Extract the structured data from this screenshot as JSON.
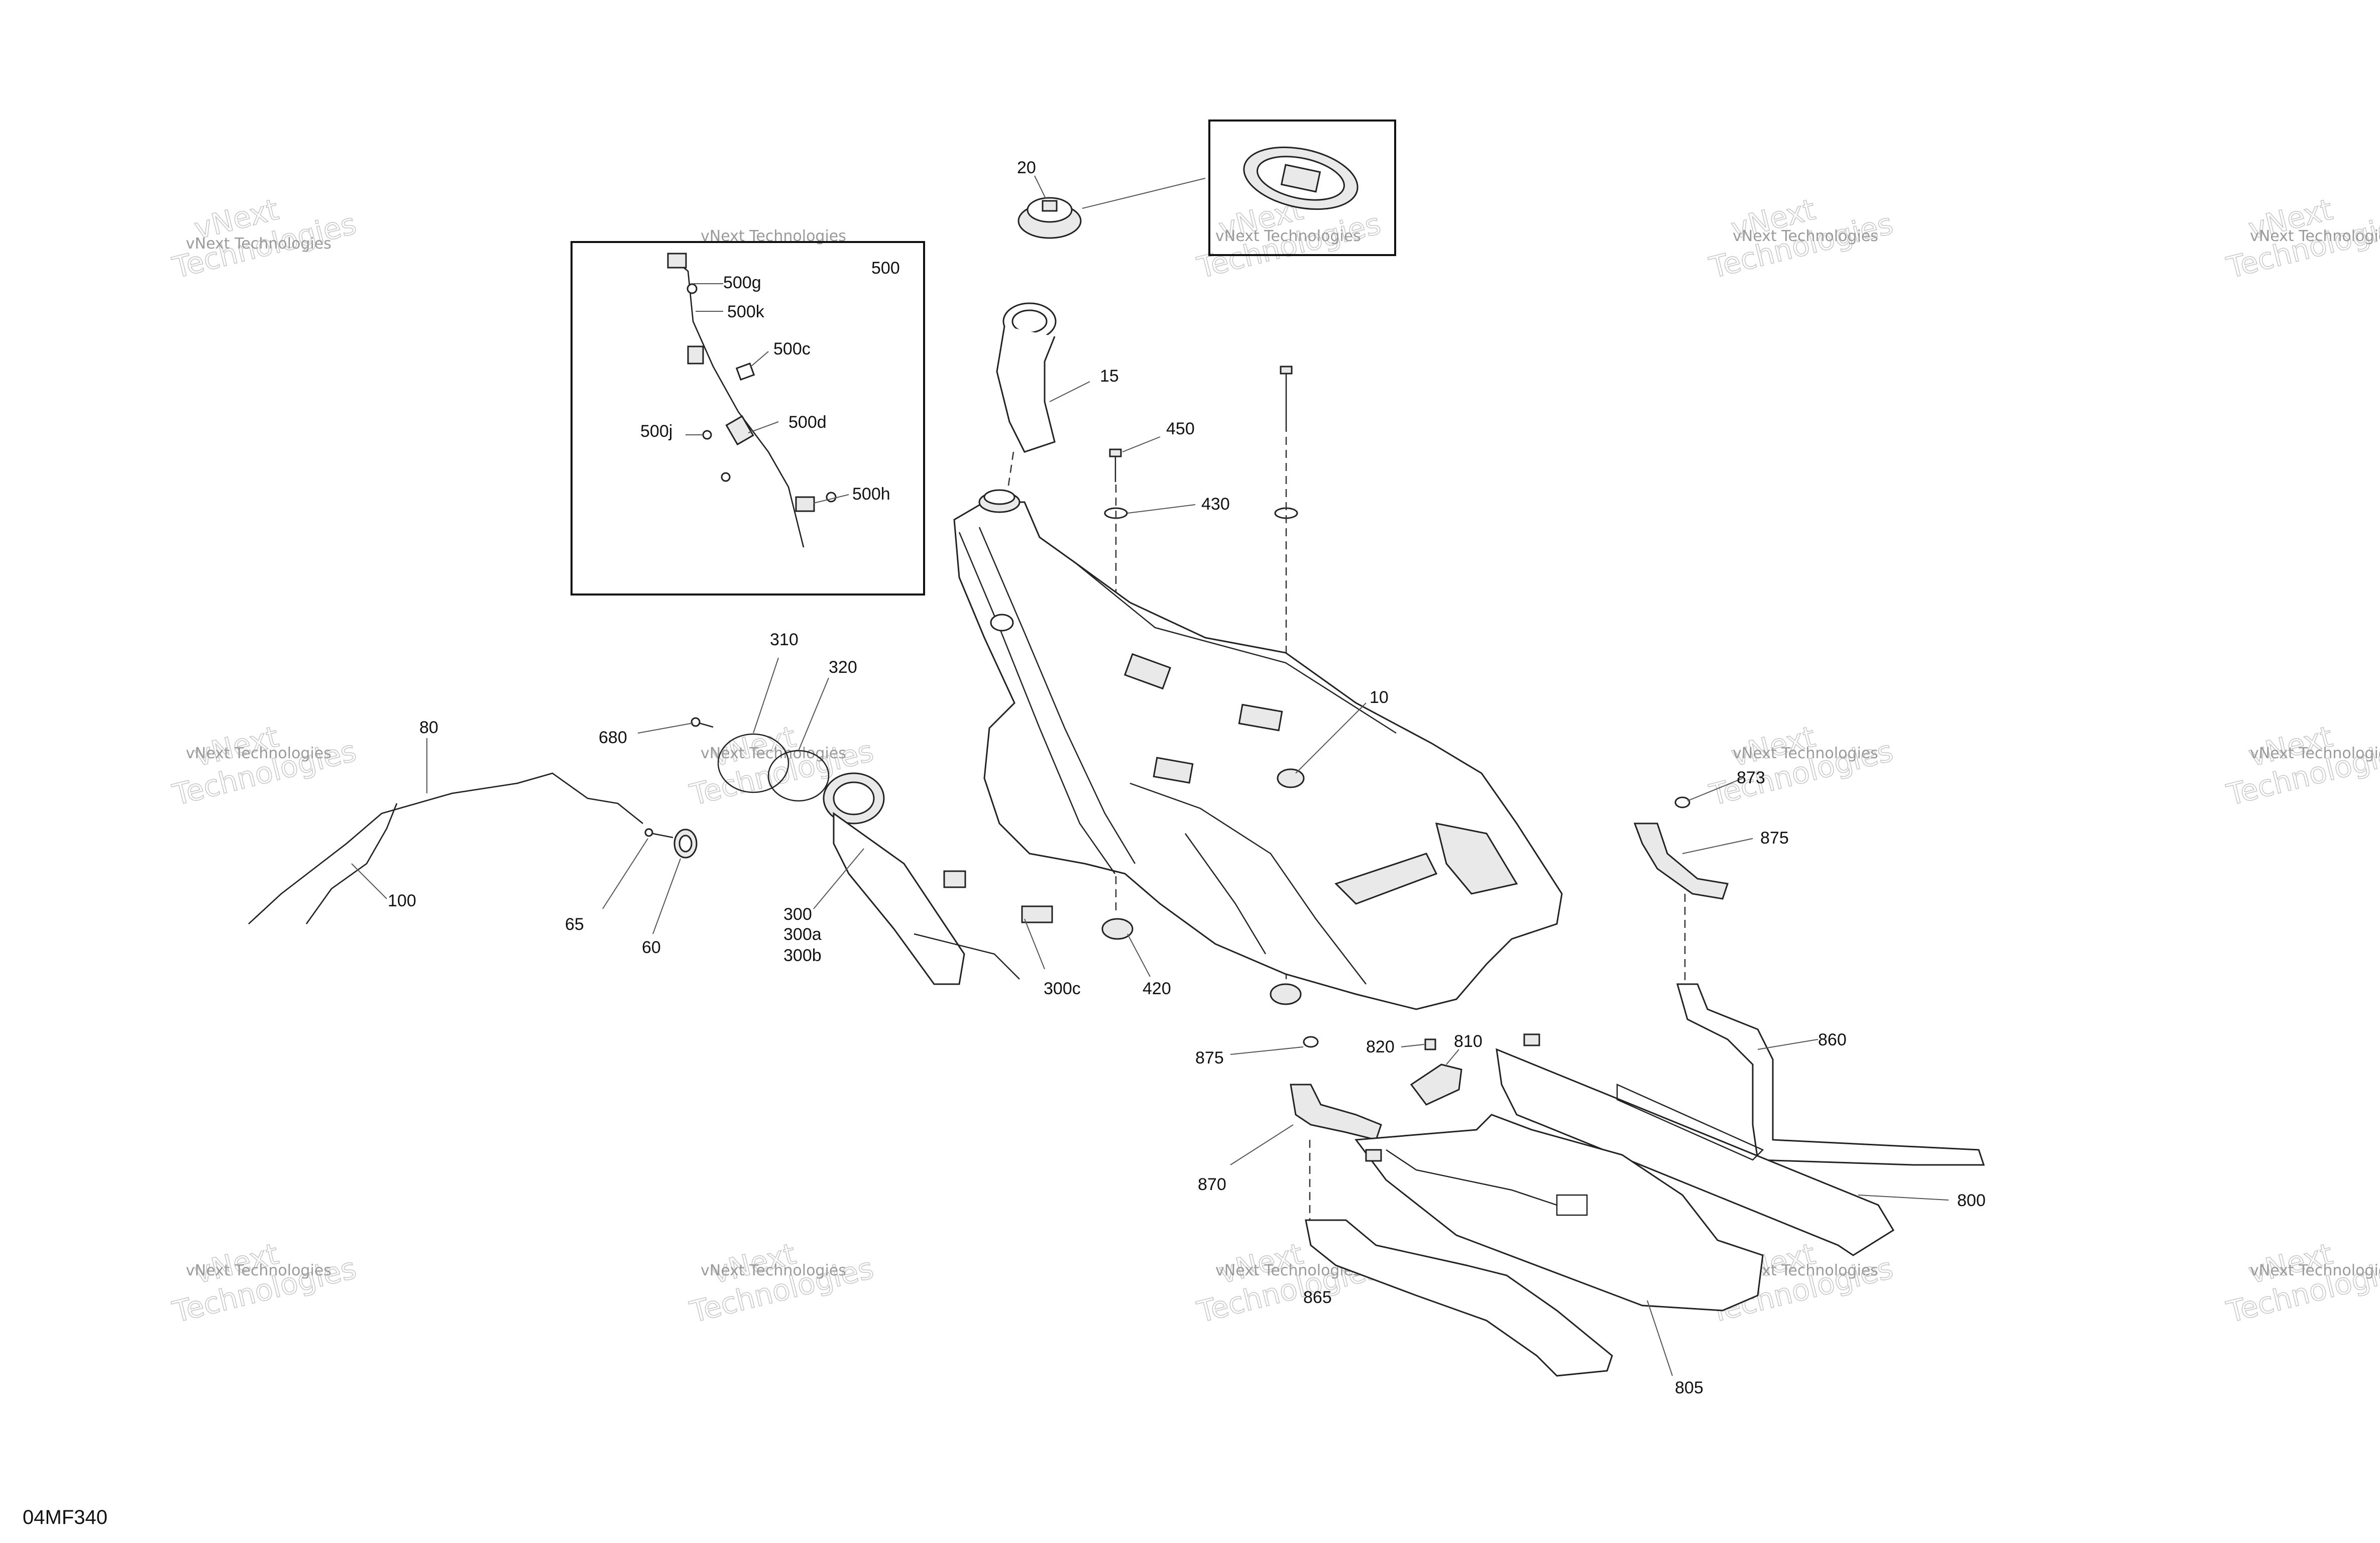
{
  "diagram_code": "04MF340",
  "watermark": {
    "small": "vNext Technologies",
    "large_1": "vNext",
    "large_2": "Technologies"
  },
  "callouts": {
    "c20": "20",
    "c15": "15",
    "c450": "450",
    "c430": "430",
    "c10": "10",
    "c420": "420",
    "c310": "310",
    "c320": "320",
    "c680": "680",
    "c80": "80",
    "c100": "100",
    "c65": "65",
    "c60": "60",
    "c300": "300",
    "c300a": "300a",
    "c300b": "300b",
    "c300c": "300c",
    "c500": "500",
    "c500g": "500g",
    "c500k": "500k",
    "c500c": "500c",
    "c500d": "500d",
    "c500j": "500j",
    "c500h": "500h",
    "c873": "873",
    "c875a": "875",
    "c875b": "875",
    "c860": "860",
    "c820": "820",
    "c810": "810",
    "c870": "870",
    "c800": "800",
    "c865": "865",
    "c805": "805"
  }
}
